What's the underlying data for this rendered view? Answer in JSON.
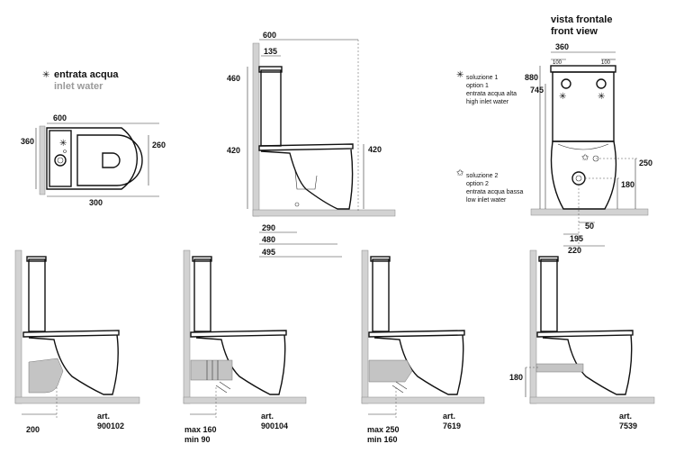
{
  "legend": {
    "inlet_symbol": "✳",
    "inlet_it": "entrata acqua",
    "inlet_en": "inlet water"
  },
  "top_view": {
    "dims": {
      "width": "600",
      "depth": "360",
      "right": "260",
      "bottom": "300"
    }
  },
  "side_view": {
    "dims": {
      "top_width": "600",
      "tank_depth": "135",
      "tank_height": "460",
      "seat_height_left": "420",
      "seat_height_right": "420",
      "d290": "290",
      "d480": "480",
      "d495": "495"
    }
  },
  "front_view": {
    "title_it": "vista frontale",
    "title_en": "front view",
    "dims": {
      "width": "360",
      "left_offset": "100",
      "right_offset": "100",
      "h880": "880",
      "h745": "745",
      "h250": "250",
      "h180": "180",
      "d50": "50",
      "d195": "195",
      "d220": "220"
    },
    "option1": {
      "symbol": "✳",
      "it": "soluzione 1",
      "en": "option 1",
      "desc_it": "entrata acqua alta",
      "desc_en": "high inlet water"
    },
    "option2": {
      "symbol": "✩",
      "it": "soluzione 2",
      "en": "option 2",
      "desc_it": "entrata acqua bassa",
      "desc_en": "low inlet water"
    }
  },
  "variants": [
    {
      "art_label": "art.",
      "art_number": "900102",
      "dim_lines": [
        "200"
      ]
    },
    {
      "art_label": "art.",
      "art_number": "900104",
      "dim_lines": [
        "max 160",
        "min  90"
      ]
    },
    {
      "art_label": "art.",
      "art_number": "7619",
      "dim_lines": [
        "max 250",
        "min 160"
      ]
    },
    {
      "art_label": "art.",
      "art_number": "7539",
      "dim_lines": [
        "180"
      ]
    }
  ]
}
